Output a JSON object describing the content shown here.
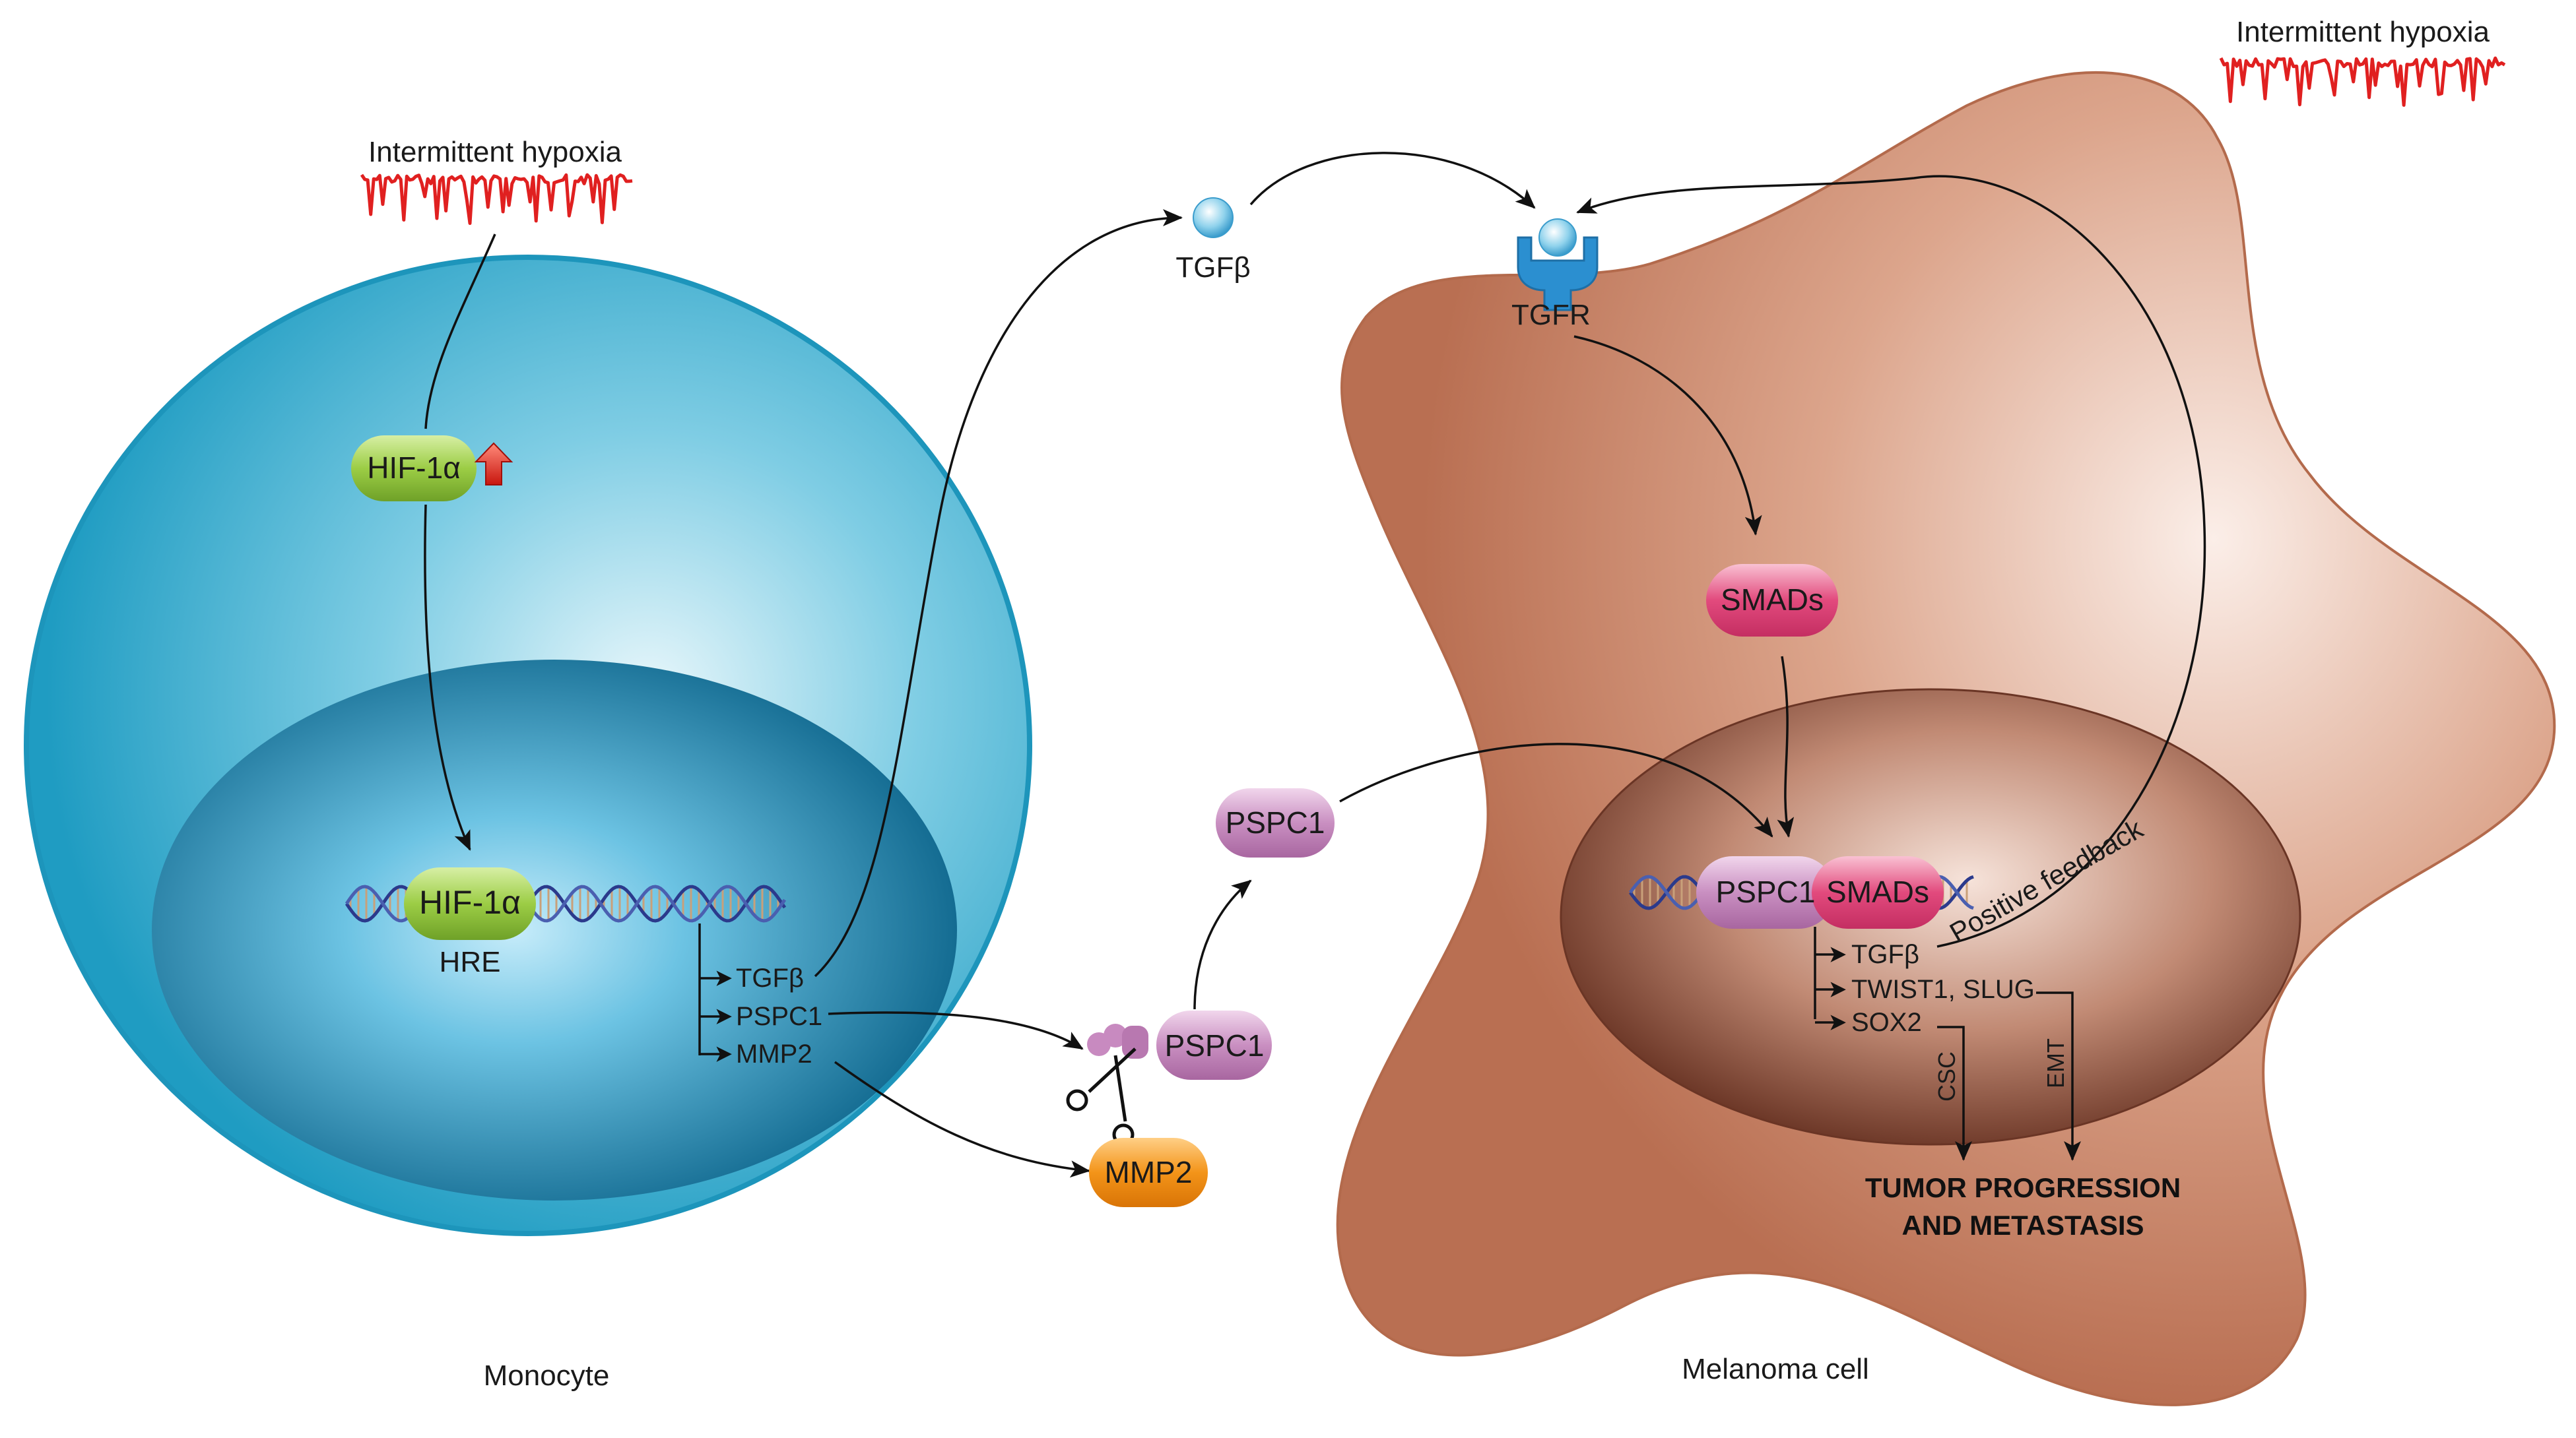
{
  "hypoxia_left": {
    "label": "Intermittent hypoxia",
    "trace_color": "#e02020"
  },
  "hypoxia_right": {
    "label": "Intermittent hypoxia",
    "trace_color": "#e02020"
  },
  "monocyte": {
    "label": "Monocyte",
    "hif_cytoplasm": "HIF-1α",
    "hif_nucleus": "HIF-1α",
    "hre": "HRE",
    "genes": [
      "TGFβ",
      "PSPC1",
      "MMP2"
    ],
    "colors": {
      "cell": "#2aa6c9",
      "nucleus": "#0c6f98",
      "hif": "#8cc63f",
      "up_arrow": "#e8241c"
    }
  },
  "extracellular": {
    "tgfb": "TGFβ",
    "pspc1_secreted": "PSPC1",
    "pspc1_bound": "PSPC1",
    "mmp2": "MMP2",
    "colors": {
      "pspc1": "#c88ac0",
      "mmp2": "#f08a10",
      "tgfb": "#7cc8e6"
    }
  },
  "melanoma": {
    "label": "Melanoma cell",
    "tgfr": "TGFR",
    "smads_cytoplasm": "SMADs",
    "pspc1_nucleus": "PSPC1",
    "smads_nucleus": "SMADs",
    "positive_feedback": "Positive feedback",
    "genes": [
      "TGFβ",
      "TWIST1, SLUG",
      "SOX2"
    ],
    "csc": "CSC",
    "emt": "EMT",
    "outcome_line1": "TUMOR PROGRESSION",
    "outcome_line2": "AND METASTASIS",
    "colors": {
      "cell": "#c1795a",
      "nucleus": "#7a4030",
      "smads": "#e0457a",
      "tgfr": "#2b8fd0"
    }
  }
}
